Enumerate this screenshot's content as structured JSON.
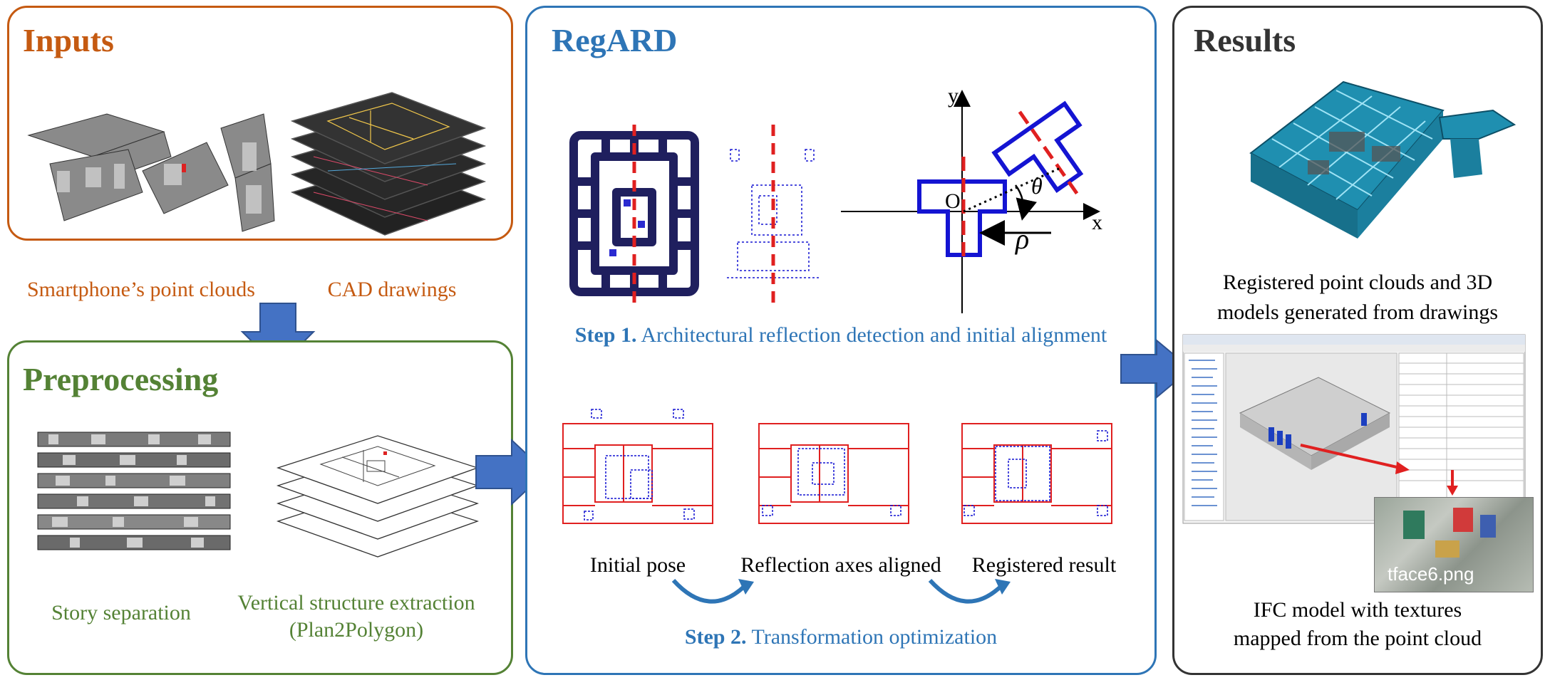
{
  "inputs": {
    "title": "Inputs",
    "label_pointcloud": "Smartphone’s point clouds",
    "label_cad": "CAD drawings"
  },
  "preprocessing": {
    "title": "Preprocessing",
    "label_story": "Story separation",
    "label_vertical_1": "Vertical structure extraction",
    "label_vertical_2": "(Plan2Polygon)"
  },
  "regard": {
    "title": "RegARD",
    "step1_prefix": "Step 1.",
    "step1_text": "Architectural reflection detection and initial alignment",
    "step2_prefix": "Step 2.",
    "step2_text": "Transformation optimization",
    "pose_initial": "Initial pose",
    "pose_aligned": "Reflection axes aligned",
    "pose_registered": "Registered result",
    "axis_y": "y",
    "axis_x": "x",
    "origin": "O",
    "theta": "θ",
    "rho": "ρ"
  },
  "results": {
    "title": "Results",
    "label_registered_1": "Registered point clouds and 3D",
    "label_registered_2": "models generated from drawings",
    "texture_file": "tface6.png",
    "label_ifc_1": "IFC model with textures",
    "label_ifc_2": "mapped from the point cloud"
  },
  "colors": {
    "inputs": "#C55A11",
    "preprocessing": "#548235",
    "regard": "#2E75B6",
    "results": "#333333",
    "arrow": "#4472C4",
    "axis_red": "#E02020",
    "shape_blue": "#1414D2",
    "plan_dark": "#1F1F5E"
  }
}
